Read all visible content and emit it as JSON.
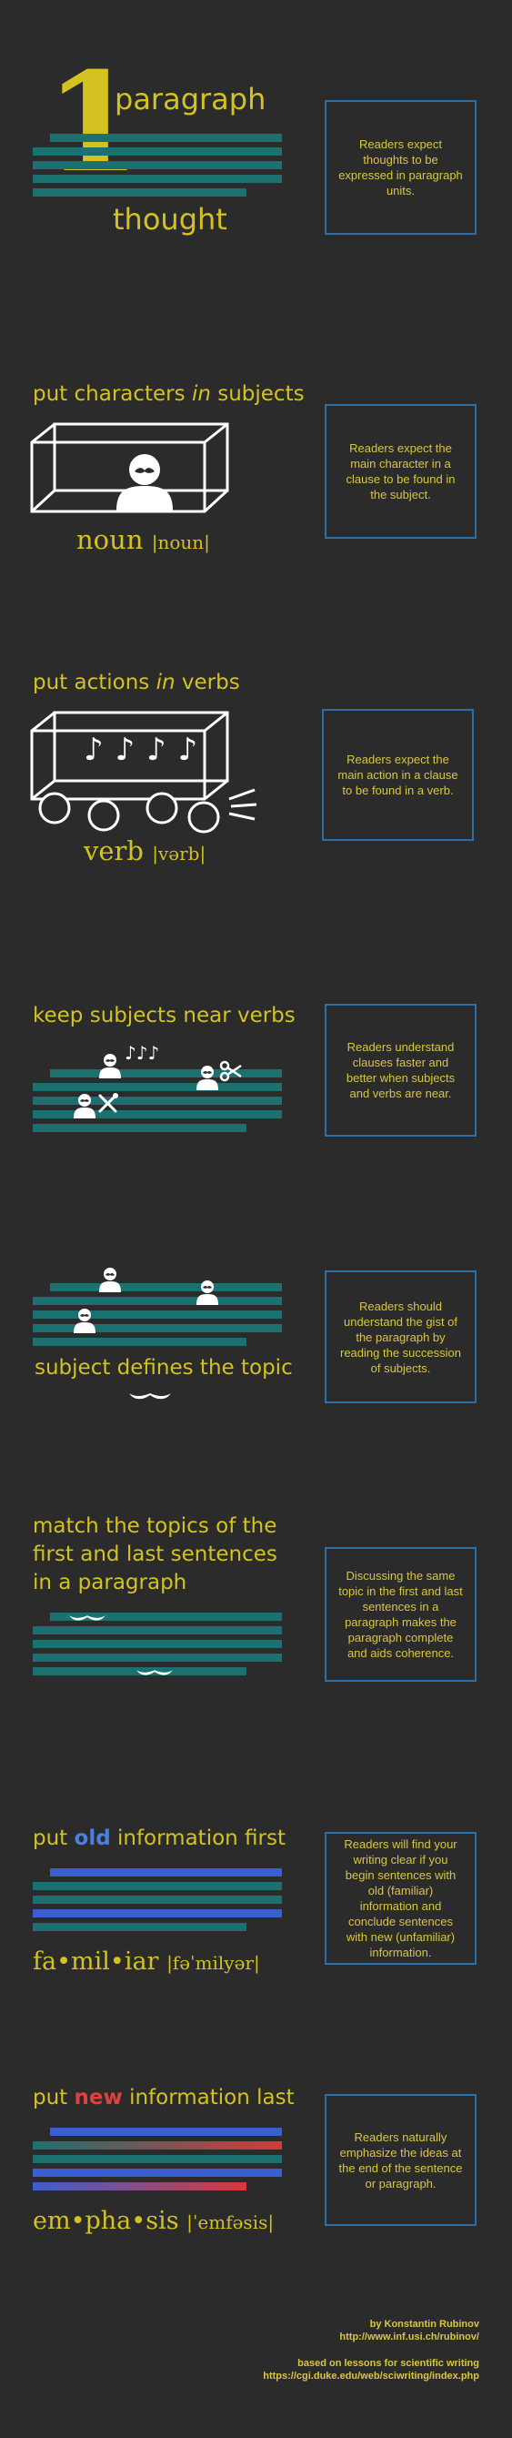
{
  "sections": {
    "s1": {
      "big_digit": "1",
      "word_top": "paragraph",
      "word_bottom": "thought",
      "box": "Readers expect thoughts to be expressed in paragraph units."
    },
    "s2": {
      "title": "put characters",
      "title_em": "in",
      "title_end": "subjects",
      "word": "noun",
      "pron": "|noun|",
      "box": "Readers expect the main character in a clause to be found in the subject."
    },
    "s3": {
      "title": "put actions",
      "title_em": "in",
      "title_end": "verbs",
      "notes": "♪ ♪ ♪ ♪",
      "word": "verb",
      "pron": "|vərb|",
      "box": "Readers expect the main action in a clause to be found in a verb."
    },
    "s4": {
      "title": "keep subjects near verbs",
      "notes": "♪♪♪",
      "box": "Readers understand clauses faster and better when subjects and verbs are near."
    },
    "s5": {
      "title": "subject defines the topic",
      "box": "Readers should understand the gist of the paragraph by reading the succession of subjects."
    },
    "s6": {
      "title_line1": "match the topics of the",
      "title_line2": "first and last sentences",
      "title_line3": "in a paragraph",
      "box": "Discussing the same topic in the first and last sentences in a paragraph makes the paragraph complete and aids coherence."
    },
    "s7": {
      "title_start": "put",
      "title_highlight": "old",
      "title_end": "information first",
      "word": "fa•mil•iar",
      "pron": "|fəˈmilyər|",
      "box": "Readers will find your writing clear if you begin sentences with old (familiar) information and conclude sentences with new (unfamiliar) information."
    },
    "s8": {
      "title_start": "put",
      "title_highlight": "new",
      "title_end": "information last",
      "word": "em•pha•sis",
      "pron": "|ˈemfəsis|",
      "box": "Readers naturally emphasize the ideas at the end of the sentence or paragraph."
    }
  },
  "footer": {
    "author": "by Konstantin Rubinov",
    "author_url": "http://www.inf.usi.ch/rubinov/",
    "based_on": "based on lessons for scientific writing",
    "based_url": "https://cgi.duke.edu/web/sciwriting/index.php"
  },
  "colors": {
    "background": "#2b2b2b",
    "accent": "#d3c21f",
    "bar": "#1d7070",
    "box_border": "#2d6fa8",
    "old": "#4d7fe0",
    "new": "#e04040"
  }
}
